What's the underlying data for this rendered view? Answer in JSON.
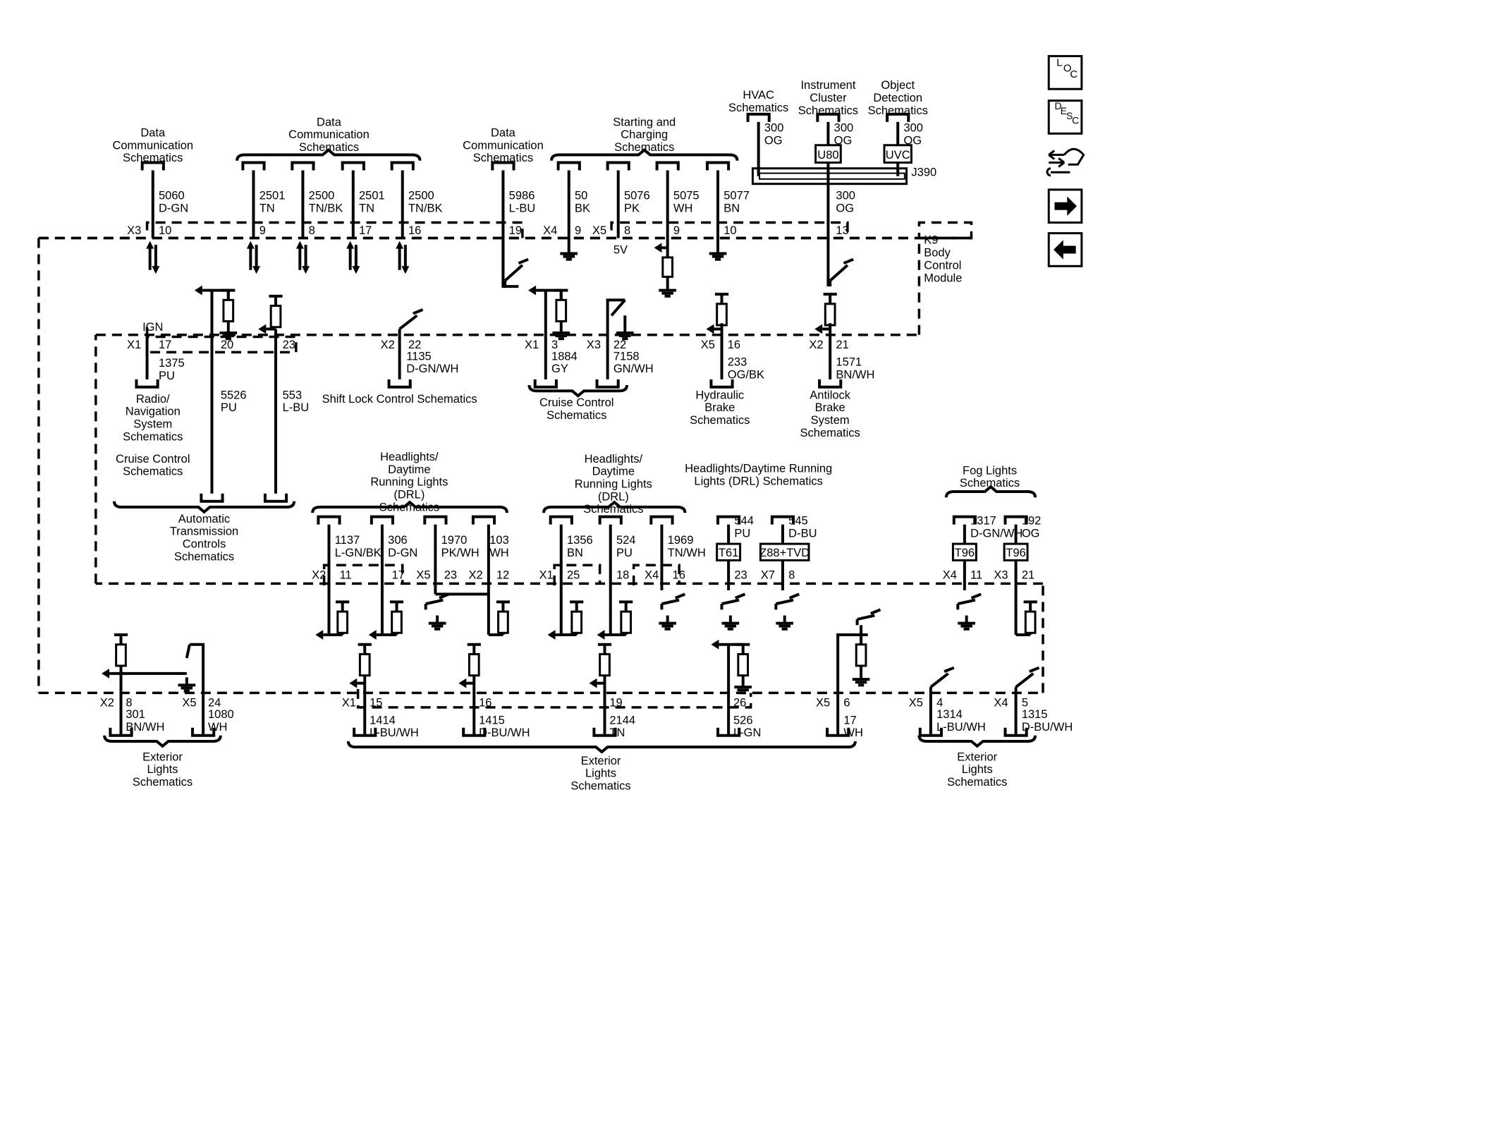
{
  "module": {
    "lines": [
      "K9",
      "Body",
      "Control",
      "Module"
    ]
  },
  "splice": {
    "name": "J390"
  },
  "nav": [
    {
      "id": "loc",
      "letters": [
        "L",
        "O",
        "C"
      ]
    },
    {
      "id": "desc",
      "letters": [
        "D",
        "E",
        "S",
        "C"
      ]
    },
    {
      "id": "tools",
      "icon": "connector-tools-icon"
    },
    {
      "id": "next",
      "icon": "arrow-right-icon"
    },
    {
      "id": "prev",
      "icon": "arrow-left-icon"
    }
  ],
  "labels": {
    "ign": "IGN",
    "v5": "5V"
  },
  "top_destinations": [
    {
      "lines": [
        "Data",
        "Communication",
        "Schematics"
      ]
    },
    {
      "lines": [
        "Data",
        "Communication",
        "Schematics"
      ]
    },
    {
      "lines": [
        "Data",
        "Communication",
        "Schematics"
      ]
    },
    {
      "lines": [
        "Starting and",
        "Charging",
        "Schematics"
      ]
    },
    {
      "lines": [
        "HVAC",
        "Schematics"
      ]
    },
    {
      "lines": [
        "Instrument",
        "Cluster",
        "Schematics"
      ]
    },
    {
      "lines": [
        "Object",
        "Detection",
        "Schematics"
      ]
    }
  ],
  "top_circuits": [
    {
      "circuit": "5060",
      "color": "D-GN",
      "connector": "X3",
      "pin": "10"
    },
    {
      "circuit": "2501",
      "color": "TN",
      "connector": "",
      "pin": "9"
    },
    {
      "circuit": "2500",
      "color": "TN/BK",
      "connector": "",
      "pin": "8"
    },
    {
      "circuit": "2501",
      "color": "TN",
      "connector": "",
      "pin": "17"
    },
    {
      "circuit": "2500",
      "color": "TN/BK",
      "connector": "",
      "pin": "16"
    },
    {
      "circuit": "5986",
      "color": "L-BU",
      "connector": "",
      "pin": "19"
    },
    {
      "circuit": "50",
      "color": "BK",
      "connector": "X4",
      "pin": "9"
    },
    {
      "circuit": "5076",
      "color": "PK",
      "connector": "X5",
      "pin": "8"
    },
    {
      "circuit": "5075",
      "color": "WH",
      "connector": "",
      "pin": "9"
    },
    {
      "circuit": "5077",
      "color": "BN",
      "connector": "",
      "pin": "10"
    },
    {
      "circuit": "300",
      "color": "OG",
      "connector": "",
      "pin": "13"
    },
    {
      "circuit": "300",
      "color": "OG",
      "connector": "",
      "pin": ""
    },
    {
      "circuit": "300",
      "color": "OG",
      "connector": "",
      "pin": ""
    },
    {
      "circuit": "300",
      "color": "OG",
      "connector": "",
      "pin": ""
    }
  ],
  "components": {
    "u80": "U80",
    "uvc": "UVC",
    "t61": "T61",
    "z88": "Z88+TVD",
    "t96a": "T96",
    "t96b": "T96"
  },
  "mid_circuits": [
    {
      "connector": "X1",
      "pin": "17",
      "circuit": "1375",
      "color": "PU"
    },
    {
      "connector": "",
      "pin": "20",
      "circuit": "5526",
      "color": "PU"
    },
    {
      "connector": "",
      "pin": "23",
      "circuit": "553",
      "color": "L-BU"
    },
    {
      "connector": "X2",
      "pin": "22",
      "circuit": "1135",
      "color": "D-GN/WH"
    },
    {
      "connector": "X1",
      "pin": "3",
      "circuit": "1884",
      "color": "GY"
    },
    {
      "connector": "X3",
      "pin": "22",
      "circuit": "7158",
      "color": "GN/WH"
    },
    {
      "connector": "X5",
      "pin": "16",
      "circuit": "233",
      "color": "OG/BK"
    },
    {
      "connector": "X2",
      "pin": "21",
      "circuit": "1571",
      "color": "BN/WH"
    }
  ],
  "mid_destinations": [
    {
      "lines": [
        "Radio/",
        "Navigation",
        "System",
        "Schematics"
      ]
    },
    {
      "lines": [
        "Shift Lock Control Schematics"
      ]
    },
    {
      "lines": [
        "Cruise Control",
        "Schematics"
      ]
    },
    {
      "lines": [
        "Hydraulic",
        "Brake",
        "Schematics"
      ]
    },
    {
      "lines": [
        "Antilock",
        "Brake",
        "System",
        "Schematics"
      ]
    },
    {
      "lines": [
        "Cruise Control",
        "Schematics"
      ]
    },
    {
      "lines": [
        "Automatic",
        "Transmission",
        "Controls",
        "Schematics"
      ]
    }
  ],
  "lower_destinations": [
    {
      "lines": [
        "Headlights/",
        "Daytime",
        "Running Lights",
        "(DRL)",
        "Schematics"
      ]
    },
    {
      "lines": [
        "Headlights/",
        "Daytime",
        "Running Lights",
        "(DRL)",
        "Schematics"
      ]
    },
    {
      "lines": [
        "Headlights/Daytime Running",
        "Lights (DRL) Schematics"
      ]
    },
    {
      "lines": [
        "Fog Lights",
        "Schematics"
      ]
    }
  ],
  "lower_circuits": [
    {
      "circuit": "1137",
      "color": "L-GN/BK",
      "connector": "X2",
      "pin": "11"
    },
    {
      "circuit": "306",
      "color": "D-GN",
      "connector": "",
      "pin": "17"
    },
    {
      "circuit": "1970",
      "color": "PK/WH",
      "connector": "X5",
      "pin": "23"
    },
    {
      "circuit": "103",
      "color": "WH",
      "connector": "X2",
      "pin": "12"
    },
    {
      "circuit": "1356",
      "color": "BN",
      "connector": "X1",
      "pin": "25"
    },
    {
      "circuit": "524",
      "color": "PU",
      "connector": "",
      "pin": "18"
    },
    {
      "circuit": "1969",
      "color": "TN/WH",
      "connector": "X4",
      "pin": "16"
    },
    {
      "circuit": "544",
      "color": "PU",
      "connector": "",
      "pin": "23"
    },
    {
      "circuit": "545",
      "color": "D-BU",
      "connector": "X7",
      "pin": "8"
    },
    {
      "circuit": "1317",
      "color": "D-GN/WH",
      "connector": "X4",
      "pin": "11"
    },
    {
      "circuit": "192",
      "color": "OG",
      "connector": "X3",
      "pin": "21"
    }
  ],
  "bottom_circuits": [
    {
      "connector": "X2",
      "pin": "8",
      "circuit": "301",
      "color": "BN/WH"
    },
    {
      "connector": "X5",
      "pin": "24",
      "circuit": "1080",
      "color": "WH"
    },
    {
      "connector": "X1",
      "pin": "15",
      "circuit": "1414",
      "color": "L-BU/WH"
    },
    {
      "connector": "",
      "pin": "16",
      "circuit": "1415",
      "color": "D-BU/WH"
    },
    {
      "connector": "",
      "pin": "19",
      "circuit": "2144",
      "color": "TN"
    },
    {
      "connector": "",
      "pin": "26",
      "circuit": "526",
      "color": "L-GN"
    },
    {
      "connector": "X5",
      "pin": "6",
      "circuit": "17",
      "color": "WH"
    },
    {
      "connector": "X5",
      "pin": "4",
      "circuit": "1314",
      "color": "L-BU/WH"
    },
    {
      "connector": "X4",
      "pin": "5",
      "circuit": "1315",
      "color": "D-BU/WH"
    }
  ],
  "bottom_destinations": [
    {
      "lines": [
        "Exterior",
        "Lights",
        "Schematics"
      ]
    },
    {
      "lines": [
        "Exterior",
        "Lights",
        "Schematics"
      ]
    },
    {
      "lines": [
        "Exterior",
        "Lights",
        "Schematics"
      ]
    }
  ]
}
